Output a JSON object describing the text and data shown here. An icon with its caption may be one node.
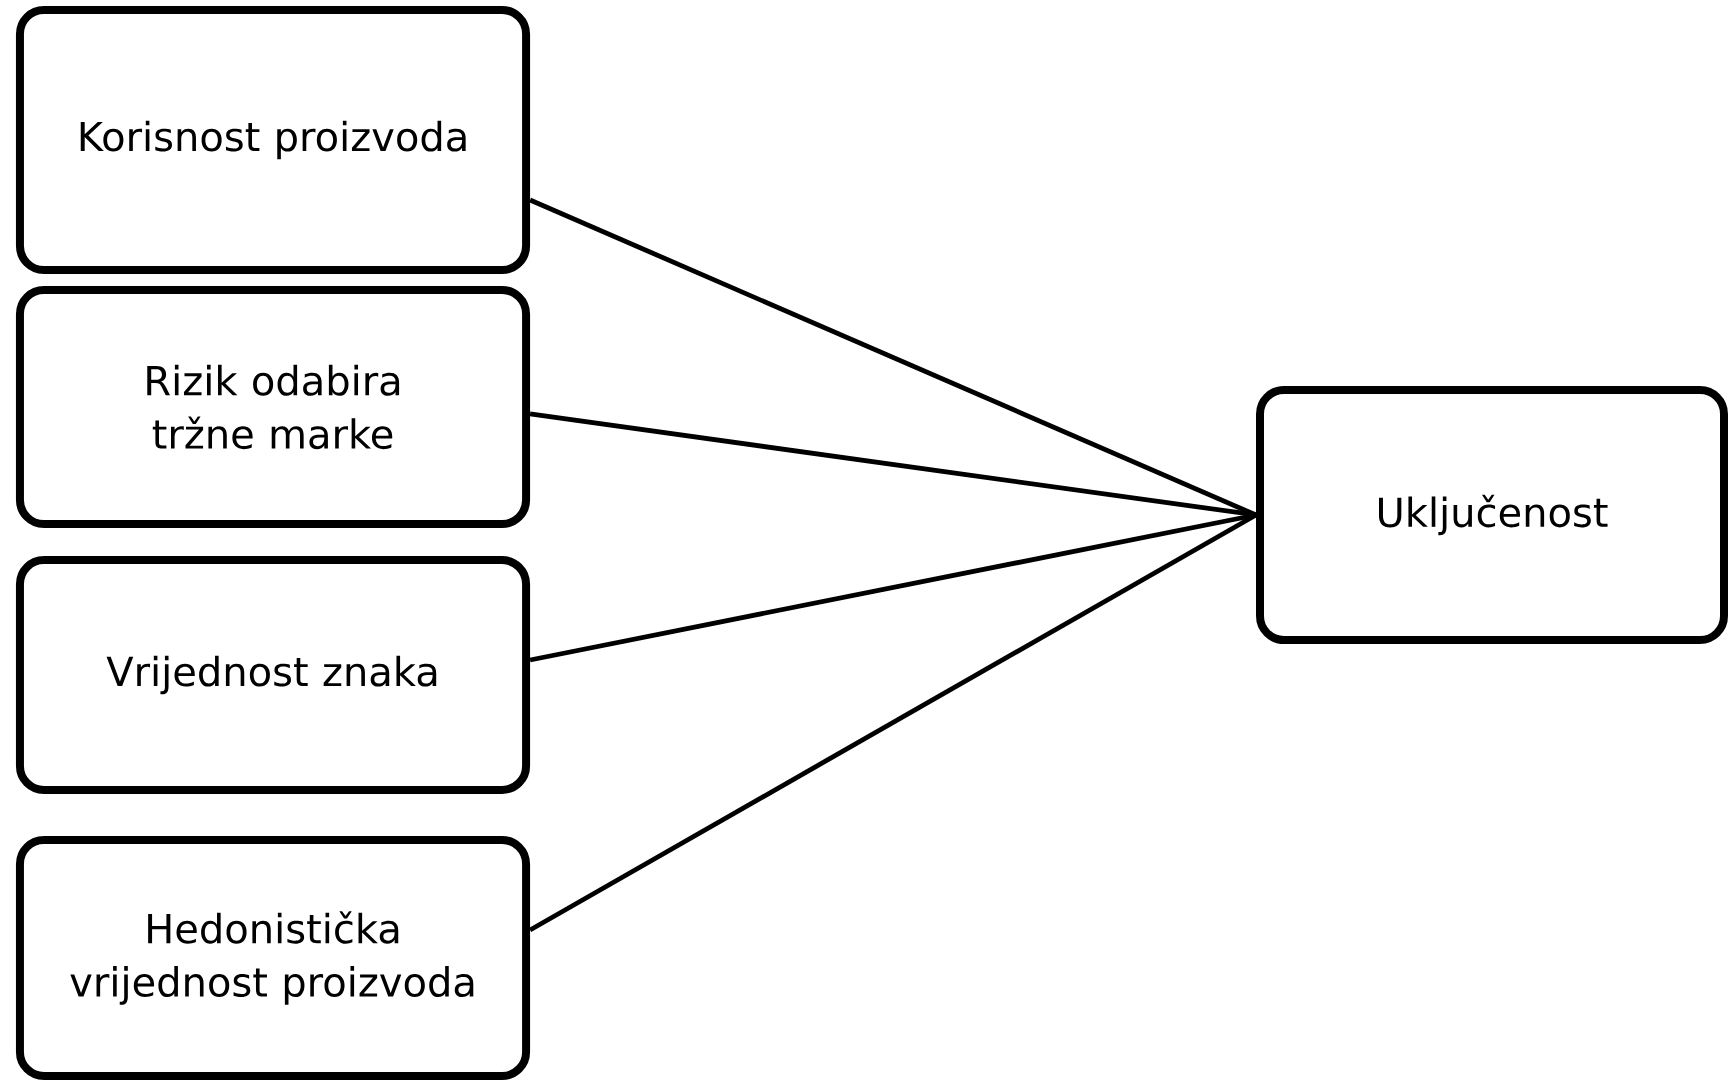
{
  "diagram": {
    "nodes": [
      {
        "text": [
          "Korisnost proizvoda"
        ]
      },
      {
        "text": [
          "Rizik odabira tržne marke"
        ]
      },
      {
        "text": [
          "Vrijednost znaka"
        ]
      },
      {
        "text": [
          "Hedonistička vrijednost proizvoda"
        ]
      },
      {
        "text": [
          "Uključenost"
        ]
      }
    ],
    "edges": [
      {
        "from": 0,
        "to": 4,
        "arrow": "none"
      },
      {
        "from": 1,
        "to": 4,
        "arrow": "none"
      },
      {
        "from": 2,
        "to": 4,
        "arrow": "none"
      },
      {
        "from": 3,
        "to": 4,
        "arrow": "none"
      }
    ]
  }
}
